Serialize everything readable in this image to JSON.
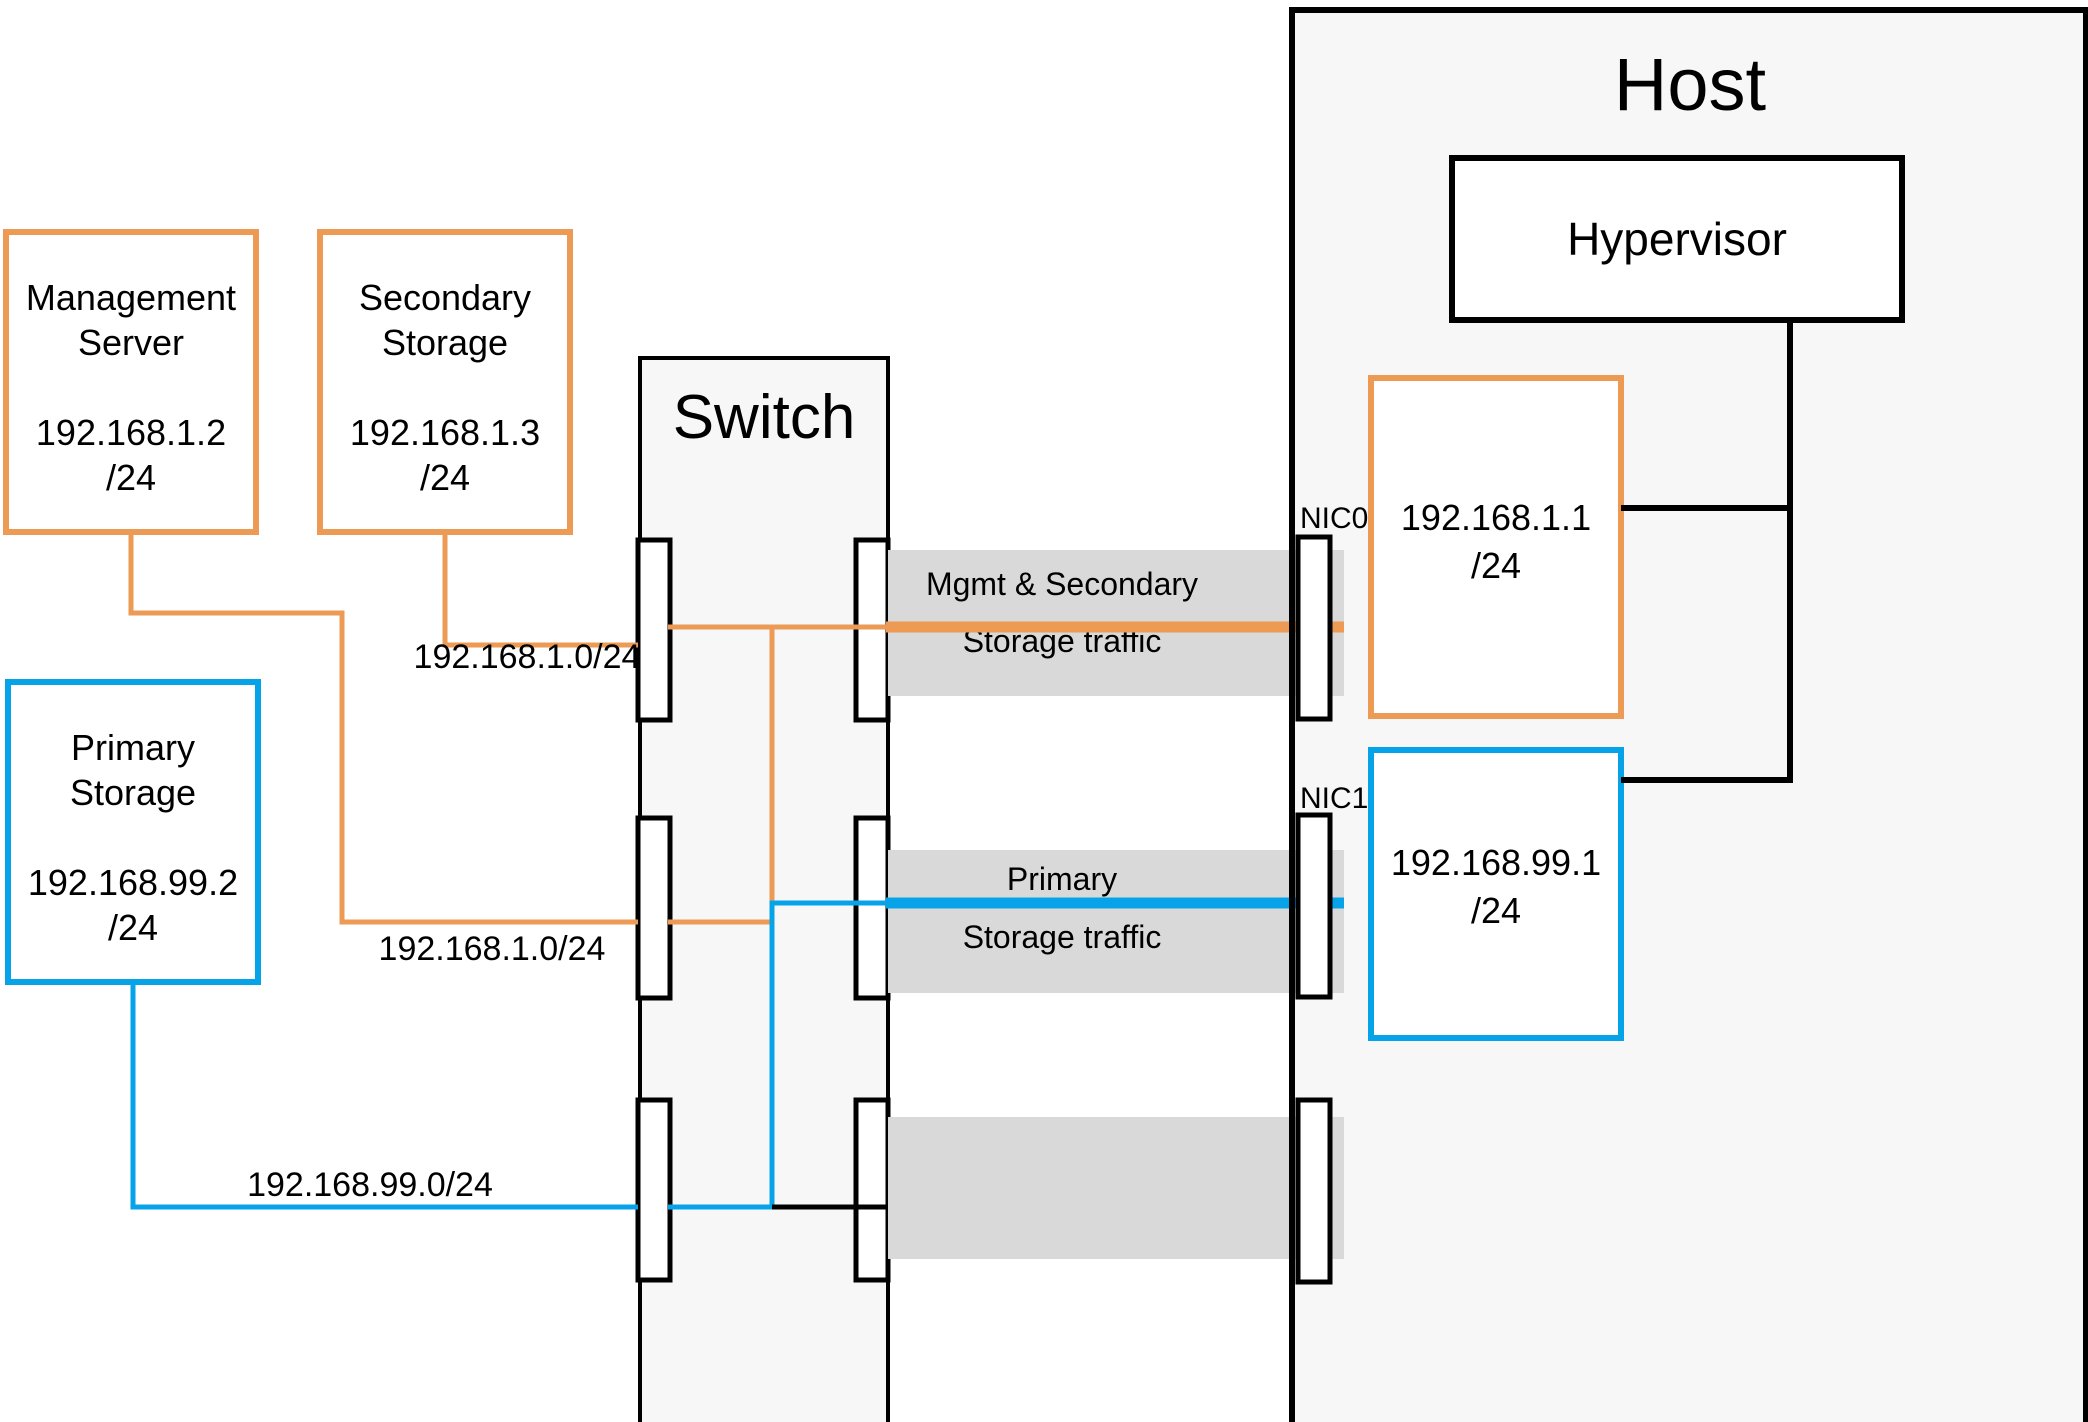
{
  "diagram": {
    "title": "CloudStack basic network topology with separate management and storage networks",
    "colors": {
      "orange": "#ED9B54",
      "blue": "#07A3E8",
      "black": "#000000",
      "band_gray": "#d9d9d9",
      "panel_gray": "#f7f7f7",
      "background": "#ffffff"
    }
  },
  "nodes": {
    "management_server": {
      "name_line1": "Management",
      "name_line2": "Server",
      "ip_line1": "192.168.1.2",
      "ip_line2": "/24",
      "color": "#ED9B54"
    },
    "secondary_storage": {
      "name_line1": "Secondary",
      "name_line2": "Storage",
      "ip_line1": "192.168.1.3",
      "ip_line2": "/24",
      "color": "#ED9B54"
    },
    "primary_storage": {
      "name_line1": "Primary",
      "name_line2": "Storage",
      "ip_line1": "192.168.99.2",
      "ip_line2": "/24",
      "color": "#07A3E8"
    },
    "switch": {
      "label": "Switch"
    },
    "host": {
      "label": "Host",
      "hypervisor_label": "Hypervisor"
    },
    "nic0": {
      "label": "NIC0",
      "ip_line1": "192.168.1.1",
      "ip_line2": "/24",
      "color": "#ED9B54"
    },
    "nic1": {
      "label": "NIC1",
      "ip_line1": "192.168.99.1",
      "ip_line2": "/24",
      "color": "#07A3E8"
    }
  },
  "traffic_bands": {
    "mgmt_secondary": {
      "line1": "Mgmt & Secondary",
      "line2": "Storage traffic",
      "color": "#ED9B54"
    },
    "primary": {
      "line1": "Primary",
      "line2": "Storage traffic",
      "color": "#07A3E8"
    }
  },
  "network_labels": {
    "mgmt_upper": "192.168.1.0/24",
    "mgmt_lower": "192.168.1.0/24",
    "storage": "192.168.99.0/24"
  }
}
